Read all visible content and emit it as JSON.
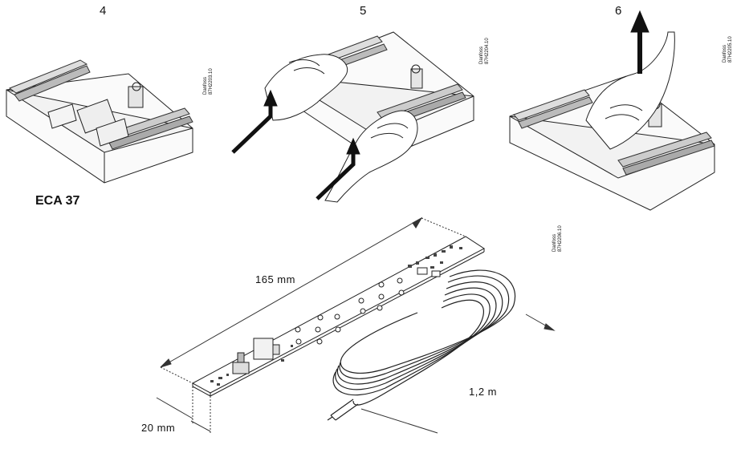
{
  "steps": [
    "4",
    "5",
    "6"
  ],
  "part_codes": [
    {
      "brand": "Danfoss",
      "code": "87H2203.10"
    },
    {
      "brand": "Danfoss",
      "code": "87H2204.10"
    },
    {
      "brand": "Danfoss",
      "code": "87H2205.10"
    },
    {
      "brand": "Danfoss",
      "code": "87H2206.10"
    }
  ],
  "module_title": "ECA 37",
  "dimensions": {
    "length": "165  mm",
    "width": "20  mm",
    "cable": "1,2  m"
  }
}
